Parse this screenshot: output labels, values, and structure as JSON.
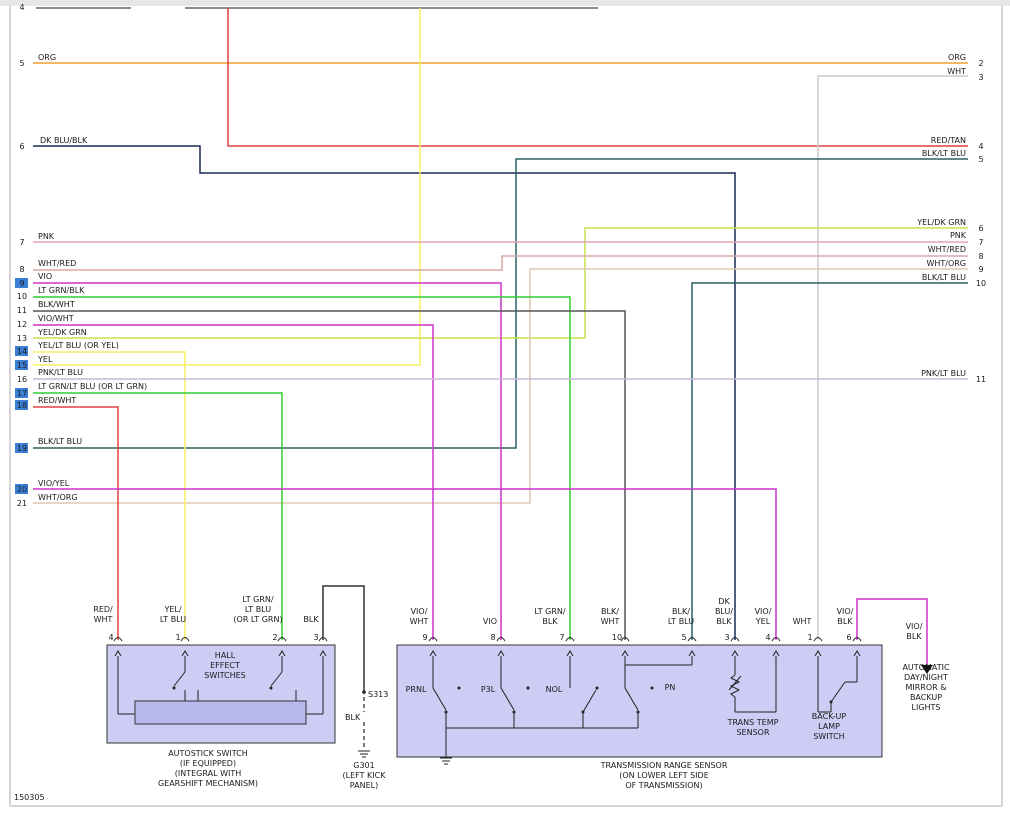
{
  "left_pins": [
    {
      "num": "4",
      "highlight": false
    },
    {
      "num": "5",
      "highlight": false
    },
    {
      "num": "6",
      "highlight": false
    },
    {
      "num": "7",
      "highlight": false
    },
    {
      "num": "8",
      "highlight": false
    },
    {
      "num": "9",
      "highlight": true
    },
    {
      "num": "10",
      "highlight": false
    },
    {
      "num": "11",
      "highlight": false
    },
    {
      "num": "12",
      "highlight": false
    },
    {
      "num": "13",
      "highlight": false
    },
    {
      "num": "14",
      "highlight": true
    },
    {
      "num": "15",
      "highlight": true
    },
    {
      "num": "16",
      "highlight": false
    },
    {
      "num": "17",
      "highlight": true
    },
    {
      "num": "18",
      "highlight": true
    },
    {
      "num": "19",
      "highlight": true
    },
    {
      "num": "20",
      "highlight": true
    },
    {
      "num": "21",
      "highlight": false
    }
  ],
  "right_pins": [
    "2",
    "3",
    "4",
    "5",
    "6",
    "7",
    "8",
    "9",
    "10",
    "11"
  ],
  "wire_labels": {
    "l5": "ORG",
    "l6": "DK BLU/BLK",
    "l7": "PNK",
    "l8": "WHT/RED",
    "l9": "VIO",
    "l10": "LT GRN/BLK",
    "l11": "BLK/WHT",
    "l12": "VIO/WHT",
    "l13": "YEL/DK GRN",
    "l14": "YEL/LT BLU (OR YEL)",
    "l14b": "YEL",
    "l15": "PNK/LT BLU",
    "l16": "LT GRN/LT BLU (OR LT GRN)",
    "l18": "RED/WHT",
    "l19": "BLK/LT BLU",
    "l20": "VIO/YEL",
    "l21": "WHT/ORG",
    "r2": "ORG",
    "r3": "WHT",
    "r4": "RED/TAN",
    "r5": "BLK/LT BLU",
    "r6": "YEL/DK GRN",
    "r6b": "PNK",
    "r7": "WHT/RED",
    "r8": "WHT/ORG",
    "r9": "BLK/LT BLU",
    "r11": "PNK/LT BLU"
  },
  "autostick": {
    "pins": [
      "4",
      "1",
      "2",
      "3"
    ],
    "wire_labels": [
      [
        "RED/",
        "WHT"
      ],
      [
        "YEL/",
        "LT BLU"
      ],
      [
        "LT GRN/",
        "LT BLU",
        "(OR LT GRN)"
      ],
      [
        "BLK"
      ]
    ],
    "hall_label": [
      "HALL",
      "EFFECT",
      "SWITCHES"
    ],
    "caption": [
      "AUTOSTICK SWITCH",
      "(IF EQUIPPED)",
      "(INTEGRAL WITH",
      "GEARSHIFT MECHANISM)"
    ]
  },
  "splice": {
    "name": "S313",
    "wire": "BLK",
    "ground": [
      "G301",
      "(LEFT KICK",
      "PANEL)"
    ]
  },
  "trs": {
    "pins": [
      "9",
      "8",
      "7",
      "10",
      "5",
      "3",
      "4",
      "1",
      "6"
    ],
    "wire_labels": [
      [
        "VIO/",
        "WHT"
      ],
      [
        "VIO"
      ],
      [
        "LT GRN/",
        "BLK"
      ],
      [
        "BLK/",
        "WHT"
      ],
      [
        "BLK/",
        "LT BLU"
      ],
      [
        "DK",
        "BLU/",
        "BLK"
      ],
      [
        "VIO/",
        "YEL"
      ],
      [
        "WHT"
      ],
      [
        "VIO/",
        "BLK"
      ]
    ],
    "switch_labels": [
      "PRNL",
      "P3L",
      "NOL",
      "PN"
    ],
    "temp_sensor": [
      "TRANS TEMP",
      "SENSOR"
    ],
    "backup_switch": [
      "BACK-UP",
      "LAMP",
      "SWITCH"
    ],
    "caption": [
      "TRANSMISSION RANGE SENSOR",
      "(ON LOWER LEFT SIDE",
      "OF TRANSMISSION)"
    ]
  },
  "mirror": {
    "wire": [
      "VIO/",
      "BLK"
    ],
    "label": [
      "AUTOMATIC",
      "DAY/NIGHT",
      "MIRROR &",
      "BACKUP",
      "LIGHTS"
    ]
  },
  "diagram_id": "150305",
  "colors": {
    "org": "#f0a030",
    "red": "#e04040",
    "dkblu": "#1a2a55",
    "pnk": "#e8a0b0",
    "vio": "#cc33cc",
    "ltgrn": "#33cc33",
    "blk": "#555555",
    "yel": "#f5f060",
    "ydg": "#c8e04a",
    "wht": "#cccccc",
    "whtred": "#d8a8a8",
    "whtorg": "#e0c8b0",
    "blkltblu": "#2a6060",
    "pnkltblu": "#c8b8d8",
    "box": "#ccccf4"
  }
}
